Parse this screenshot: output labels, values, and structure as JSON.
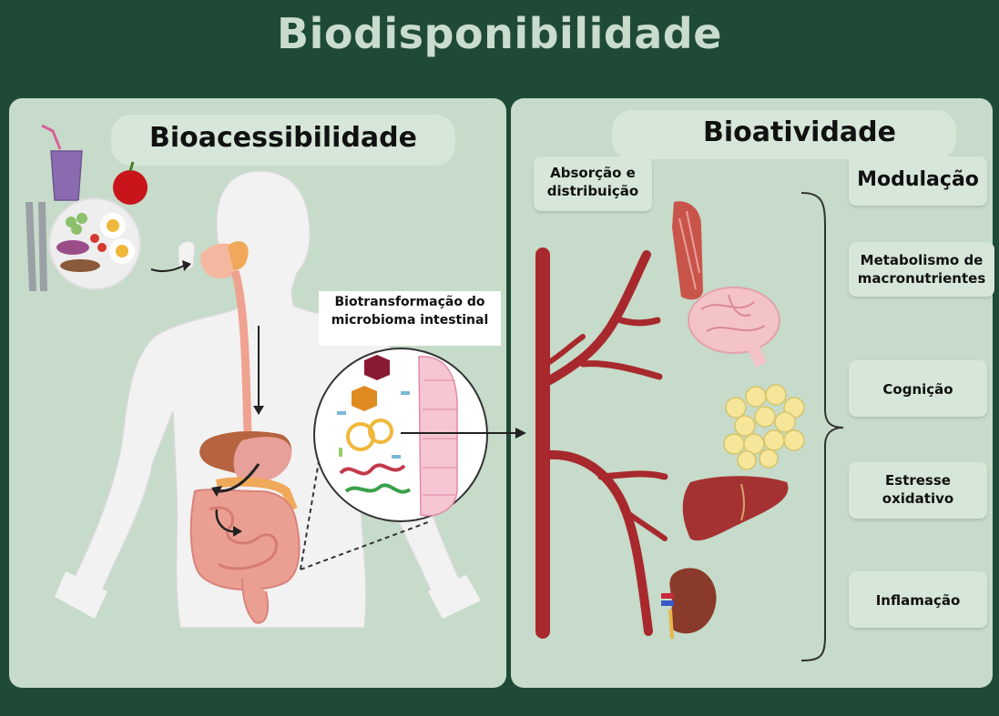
{
  "title": "Biodisponibilidade",
  "left_panel": {
    "heading": "Bioacessibilidade",
    "microbiome_label_line1": "Biotransformação do",
    "microbiome_label_line2": "microbioma intestinal"
  },
  "right_panel": {
    "heading": "Bioatividade",
    "absorption_line1": "Absorção e",
    "absorption_line2": "distribuição",
    "modulation_heading": "Modulação",
    "effects": [
      {
        "line1": "Metabolismo de",
        "line2": "macronutrientes"
      },
      {
        "line1": "Cognição",
        "line2": ""
      },
      {
        "line1": "Estresse",
        "line2": "oxidativo"
      },
      {
        "line1": "Inflamação",
        "line2": ""
      }
    ]
  },
  "colors": {
    "background": "#1f4a37",
    "panel": "#c6dbc9",
    "title": "#c9dccd",
    "vessel": "#a8292d"
  },
  "icons": [
    "drink-icon",
    "apple-icon",
    "food-plate-icon",
    "cutlery-icon",
    "human-body-icon",
    "digestive-tract-icon",
    "microbiome-icon",
    "blood-vessel-icon",
    "muscle-icon",
    "brain-icon",
    "adipose-tissue-icon",
    "liver-icon",
    "kidney-icon",
    "bracket-icon"
  ]
}
